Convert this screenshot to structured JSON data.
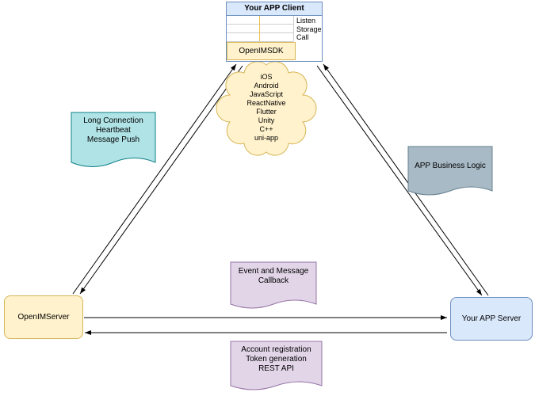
{
  "diagram": {
    "client": {
      "title": "Your APP Client",
      "interfaces": [
        "Listen",
        "Storage",
        "Call"
      ],
      "sdk": "OpenIMSDK"
    },
    "platforms_cloud": [
      "iOS",
      "Android",
      "JavaScript",
      "ReactNative",
      "Flutter",
      "Unity",
      "C++",
      "uni-app"
    ],
    "notes": {
      "left": [
        "Long Connection",
        "Heartbeat",
        "Message Push"
      ],
      "right": [
        "APP Business Logic"
      ],
      "center": [
        "Event and Message",
        "Callback"
      ],
      "bottom": [
        "Account registration",
        "Token generation",
        "REST API"
      ]
    },
    "nodes": {
      "openim_server": "OpenIMServer",
      "app_server": "Your APP Server"
    },
    "colors": {
      "blue_fill": "#dae8fc",
      "blue_stroke": "#6c8ebf",
      "yellow_fill": "#fff2cc",
      "yellow_stroke": "#d6b656",
      "teal_fill": "#b0e3e6",
      "teal_stroke": "#0e8088",
      "gray_fill": "#a8bac6",
      "gray_stroke": "#66808e",
      "purple_fill": "#e1d5e7",
      "purple_stroke": "#9673a6",
      "arrow": "#000000"
    }
  }
}
